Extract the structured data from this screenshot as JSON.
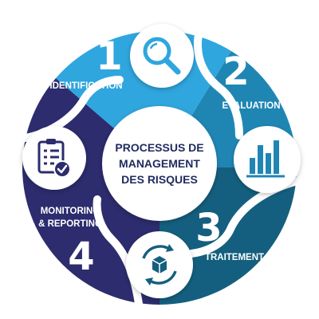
{
  "center": {
    "line1": "PROCESSUS DE",
    "line2": "MANAGEMENT",
    "line3": "DES RISQUES"
  },
  "steps": [
    {
      "number": "1",
      "label": "IDENTIFICATION",
      "color": "#2fa6de",
      "icon": "magnifier-icon"
    },
    {
      "number": "2",
      "label": "EVALUATION",
      "color": "#1f86b4",
      "icon": "bar-chart-icon"
    },
    {
      "number": "3",
      "label": "TRAITEMENT",
      "color": "#145f7f",
      "icon": "box-cycle-icon"
    },
    {
      "number": "4",
      "labels": [
        "MONITORING",
        "& REPORTING"
      ],
      "color": "#2c2c6e",
      "icon": "clipboard-check-icon"
    }
  ],
  "colors": {
    "center_text": "#1f2b5e",
    "ring_bg": "#ffffff"
  }
}
